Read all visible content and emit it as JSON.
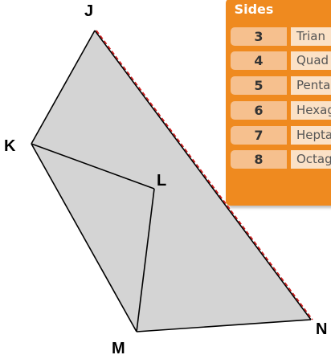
{
  "table": {
    "header": "Sides",
    "rows": [
      {
        "sides": "3",
        "name": "Trian"
      },
      {
        "sides": "4",
        "name": "Quad"
      },
      {
        "sides": "5",
        "name": "Penta"
      },
      {
        "sides": "6",
        "name": "Hexag"
      },
      {
        "sides": "7",
        "name": "Hepta"
      },
      {
        "sides": "8",
        "name": "Octag"
      }
    ]
  },
  "diagram": {
    "vertices": {
      "J": "J",
      "K": "K",
      "L": "L",
      "M": "M",
      "N": "N"
    },
    "fill_color": "#d4d4d4",
    "edge_color": "#000000",
    "dashed_edge_color": "#d11a1a"
  }
}
